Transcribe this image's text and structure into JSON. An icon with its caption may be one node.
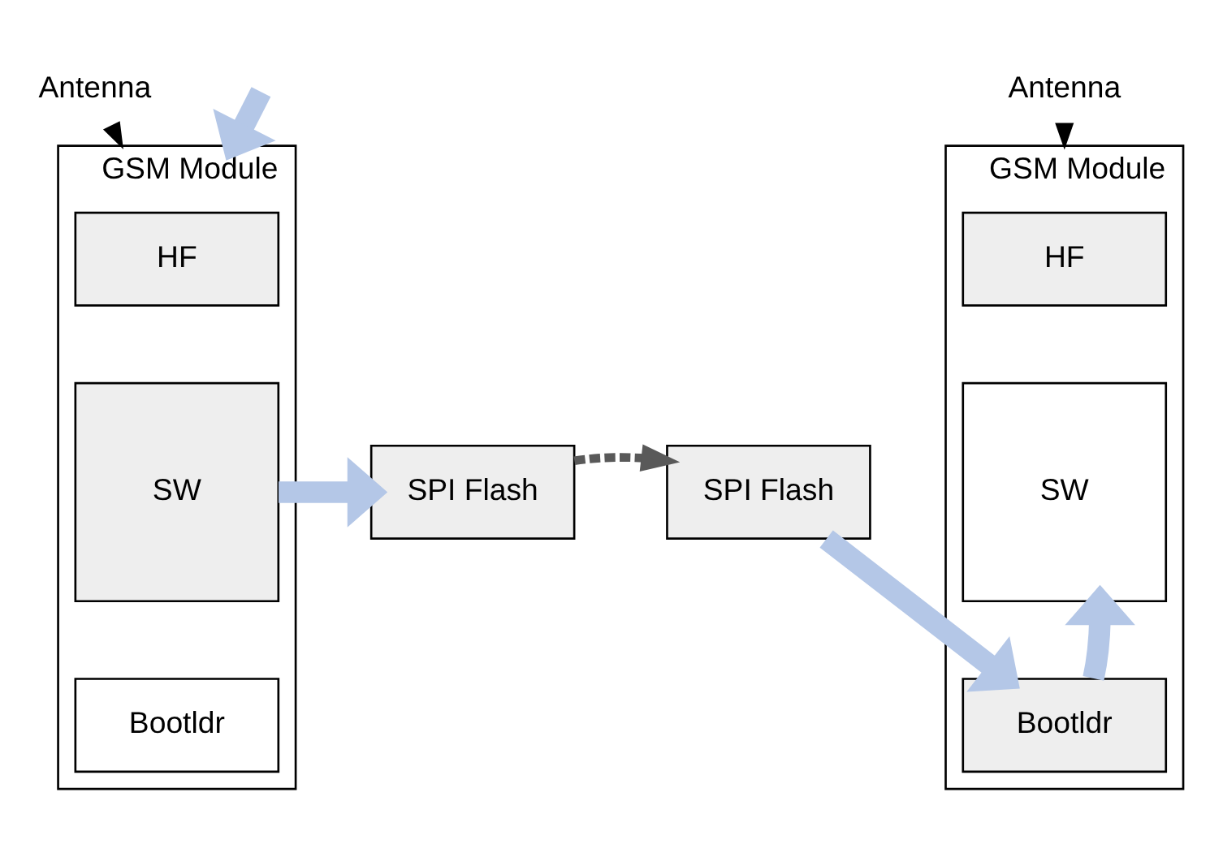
{
  "diagram": {
    "nodes": [
      {
        "text": [
          "GSM Module"
        ]
      },
      {
        "text": [
          "HF"
        ],
        "in": 0
      },
      {
        "text": [
          "SW"
        ],
        "in": 0
      },
      {
        "text": [
          "Bootldr"
        ],
        "in": 0
      },
      {
        "text": [
          "SPI Flash"
        ]
      },
      {
        "text": [
          "Antenna"
        ]
      },
      {
        "text": [
          "GSM Module"
        ]
      },
      {
        "text": [
          "HF"
        ],
        "in": 6
      },
      {
        "text": [
          "SW"
        ],
        "in": 6
      },
      {
        "text": [
          "Bootldr"
        ],
        "in": 6
      },
      {
        "text": [
          "SPI Flash"
        ]
      },
      {
        "text": [
          "Antenna"
        ]
      }
    ],
    "edges": [
      {
        "from": null,
        "to": 0,
        "arrow": "to"
      },
      {
        "from": 5,
        "to": 0,
        "arrow": "to",
        "color": "#000000"
      },
      {
        "from": 2,
        "to": 4,
        "arrow": "to"
      },
      {
        "from": 11,
        "to": 6,
        "arrow": "to",
        "color": "#000000"
      },
      {
        "from": 9,
        "to": 8,
        "arrow": "to"
      },
      {
        "from": 10,
        "to": 9,
        "arrow": "to"
      },
      {
        "from": 4,
        "to": 10,
        "arrow": "to",
        "style": "dashed",
        "color": "#595959"
      }
    ]
  }
}
